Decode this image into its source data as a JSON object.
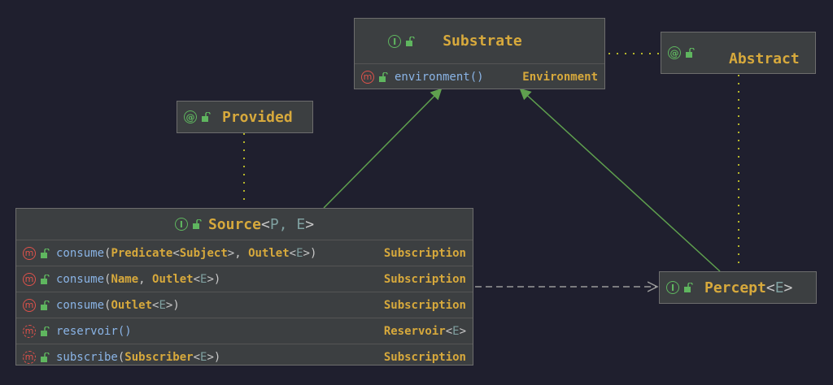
{
  "nodes": {
    "substrate": {
      "kind": "I",
      "name": "Substrate",
      "methods": [
        {
          "name": "environment",
          "params": "()",
          "ret": "Environment"
        }
      ]
    },
    "abstract": {
      "kind": "@",
      "name": "Abstract"
    },
    "provided": {
      "kind": "@",
      "name": "Provided"
    },
    "source": {
      "kind": "I",
      "name": "Source",
      "type_params": "P, E",
      "methods": [
        {
          "name": "consume",
          "p1": "Predicate",
          "p1t": "Subject",
          "p2": "Outlet",
          "p2t": "E",
          "ret": "Subscription"
        },
        {
          "name": "consume",
          "p1": "Name",
          "p2": "Outlet",
          "p2t": "E",
          "ret": "Subscription"
        },
        {
          "name": "consume",
          "p1": "Outlet",
          "p1t": "E",
          "ret": "Subscription"
        },
        {
          "name": "reservoir",
          "params": "()",
          "ret": "Reservoir",
          "rett": "E"
        },
        {
          "name": "subscribe",
          "p1": "Subscriber",
          "p1t": "E",
          "ret": "Subscription"
        }
      ]
    },
    "percept": {
      "kind": "I",
      "name": "Percept",
      "type_params": "E"
    }
  },
  "icons": {
    "method": "m",
    "lock": "lock-icon"
  },
  "colors": {
    "background": "#1f1f2e",
    "box": "#3c3f41",
    "type": "#d7a93c",
    "method": "#8ab4e6",
    "interface": "#5fb65f",
    "method_icon": "#e0524b",
    "link": "#5fa04e",
    "annotation_link": "#b5b52a",
    "dependency": "#9a9a9a"
  }
}
